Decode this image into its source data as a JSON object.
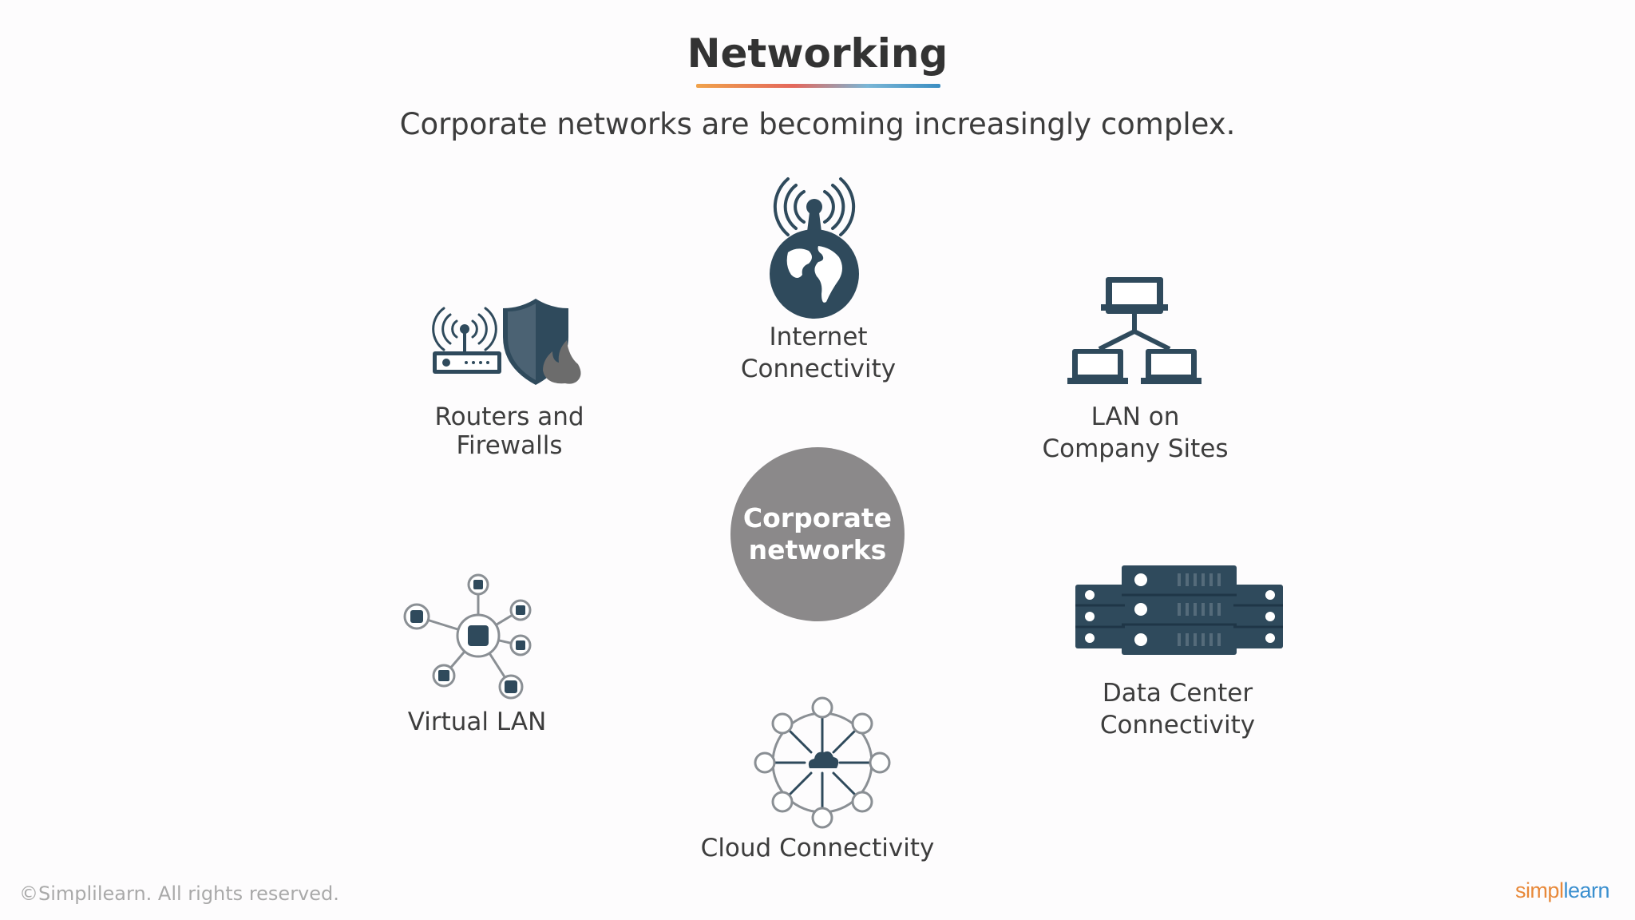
{
  "slide": {
    "title": "Networking",
    "subtitle": "Corporate networks are becoming increasingly complex.",
    "hub_label": "Corporate\nnetworks"
  },
  "items": {
    "internet": {
      "label": "Internet\nConnectivity",
      "icon": "antenna-globe-icon"
    },
    "routers": {
      "label": "Routers and\nFirewalls",
      "icon": "router-shield-icon"
    },
    "lan": {
      "label": "LAN on\nCompany Sites",
      "icon": "lan-network-icon"
    },
    "vlan": {
      "label": "Virtual LAN",
      "icon": "virtual-lan-icon"
    },
    "datacenter": {
      "label": "Data Center\nConnectivity",
      "icon": "server-rack-icon"
    },
    "cloud": {
      "label": "Cloud Connectivity",
      "icon": "cloud-network-icon"
    }
  },
  "footer": {
    "copyright": "©Simplilearn. All rights reserved.",
    "logo_prefix": "simpl",
    "logo_suffix": "learn"
  },
  "colors": {
    "icon_dark": "#2f4a5c",
    "hub_gray": "#8b898a",
    "logo_orange": "#e8893a",
    "logo_blue": "#3a8fcf"
  }
}
